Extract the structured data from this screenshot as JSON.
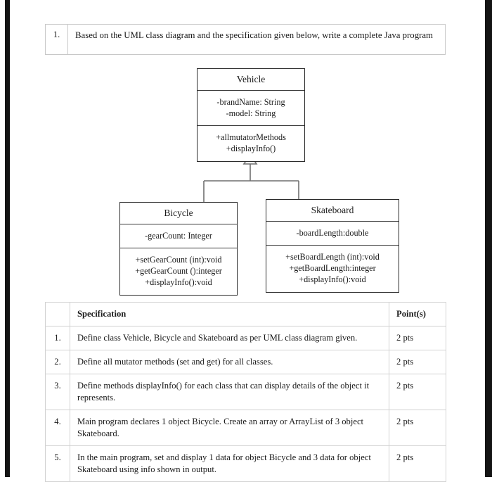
{
  "question": {
    "number": "1.",
    "text": "Based on the UML class diagram and the specification given below, write a complete Java program"
  },
  "uml": {
    "classes": {
      "vehicle": {
        "name": "Vehicle",
        "attributes": [
          "-brandName: String",
          "-model: String"
        ],
        "operations": [
          "+allmutatorMethods",
          "+displayInfo()"
        ]
      },
      "bicycle": {
        "name": "Bicycle",
        "attributes": [
          "-gearCount: Integer"
        ],
        "operations": [
          "+setGearCount (int):void",
          "+getGearCount ():integer",
          "+displayInfo():void"
        ]
      },
      "skateboard": {
        "name": "Skateboard",
        "attributes": [
          "-boardLength:double"
        ],
        "operations": [
          "+setBoardLength (int):void",
          "+getBoardLength:integer",
          "+displayInfo():void"
        ]
      }
    },
    "relationship": "generalization"
  },
  "spec_table": {
    "headers": {
      "num": "",
      "specification": "Specification",
      "points": "Point(s)"
    },
    "rows": [
      {
        "num": "1.",
        "specification": "Define class Vehicle, Bicycle and Skateboard as per UML class diagram given.",
        "points": "2 pts"
      },
      {
        "num": "2.",
        "specification": "Define all mutator methods (set and get) for all classes.",
        "points": "2 pts"
      },
      {
        "num": "3.",
        "specification": "Define methods displayInfo() for each class that can display details of the object it represents.",
        "points": "2 pts"
      },
      {
        "num": "4.",
        "specification": "Main program declares 1 object Bicycle. Create an array or ArrayList of 3 object Skateboard.",
        "points": "2 pts"
      },
      {
        "num": "5.",
        "specification": "In the main program, set and display 1 data for object Bicycle and 3 data for object Skateboard using info shown in output.",
        "points": "2 pts"
      }
    ]
  },
  "colors": {
    "page_background": "#ffffff",
    "scan_edge": "#141414",
    "uml_border": "#2b2b2b",
    "table_border": "#d2d2d2",
    "text": "#1a1a1a"
  }
}
